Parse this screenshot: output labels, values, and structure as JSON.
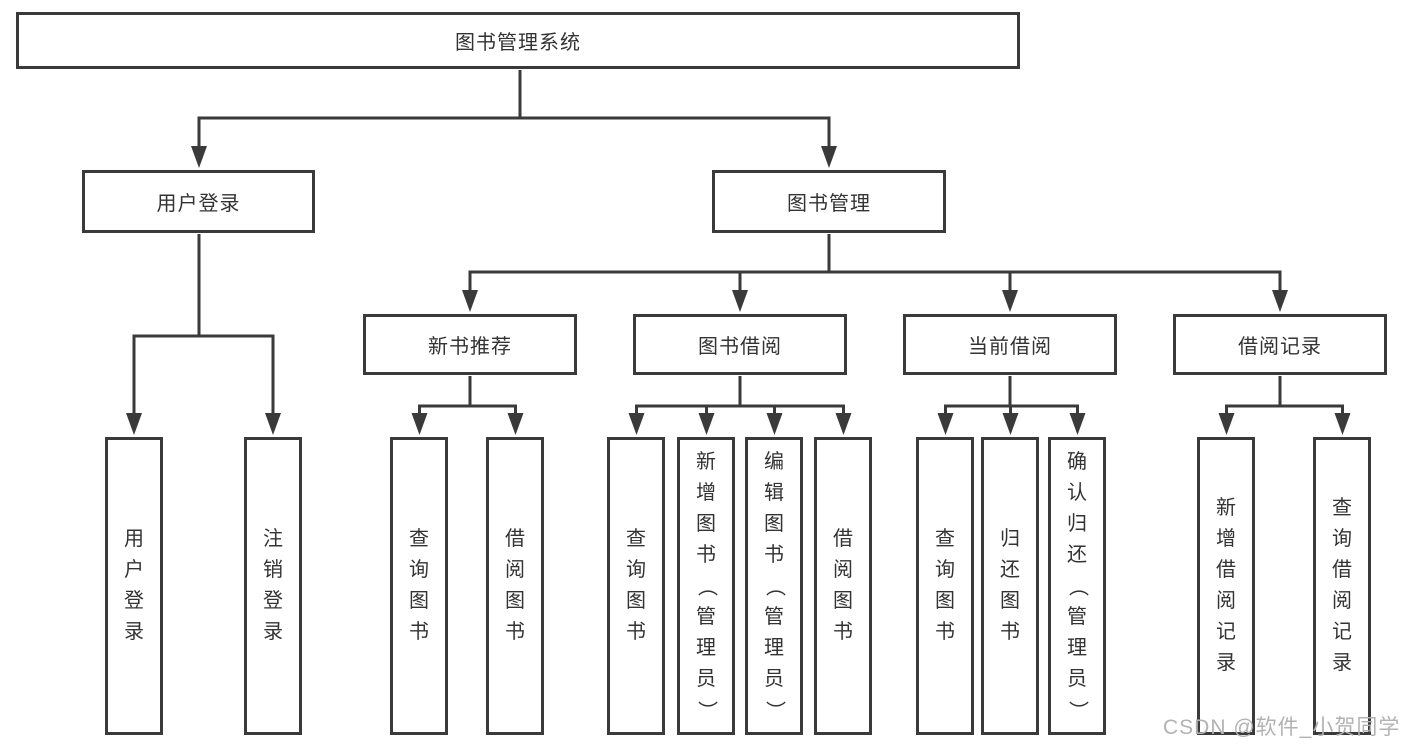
{
  "colors": {
    "line": "#3a3a3a",
    "box_border": "#3a3a3a",
    "text": "#333333",
    "background": "#ffffff",
    "watermark": "#b2b2b2"
  },
  "diagram": {
    "root": {
      "label": "图书管理系统"
    },
    "level2": [
      {
        "id": "user-login",
        "label": "用户登录"
      },
      {
        "id": "book-management",
        "label": "图书管理"
      }
    ],
    "level3": [
      {
        "id": "new-book-recommend",
        "label": "新书推荐"
      },
      {
        "id": "book-borrowing",
        "label": "图书借阅"
      },
      {
        "id": "current-borrowing",
        "label": "当前借阅"
      },
      {
        "id": "borrowing-records",
        "label": "借阅记录"
      }
    ],
    "leaves": {
      "user_login": [
        {
          "label": "用户登录"
        },
        {
          "label": "注销登录"
        }
      ],
      "new_book_recommend": [
        {
          "label": "查询图书"
        },
        {
          "label": "借阅图书"
        }
      ],
      "book_borrowing": [
        {
          "label": "查询图书"
        },
        {
          "label": "新增图书（管理员）"
        },
        {
          "label": "编辑图书（管理员）"
        },
        {
          "label": "借阅图书"
        }
      ],
      "current_borrowing": [
        {
          "label": "查询图书"
        },
        {
          "label": "归还图书"
        },
        {
          "label": "确认归还（管理员）"
        }
      ],
      "borrowing_records": [
        {
          "label": "新增借阅记录"
        },
        {
          "label": "查询借阅记录"
        }
      ]
    }
  },
  "watermark": {
    "text": "CSDN @软件_小贺同学"
  }
}
